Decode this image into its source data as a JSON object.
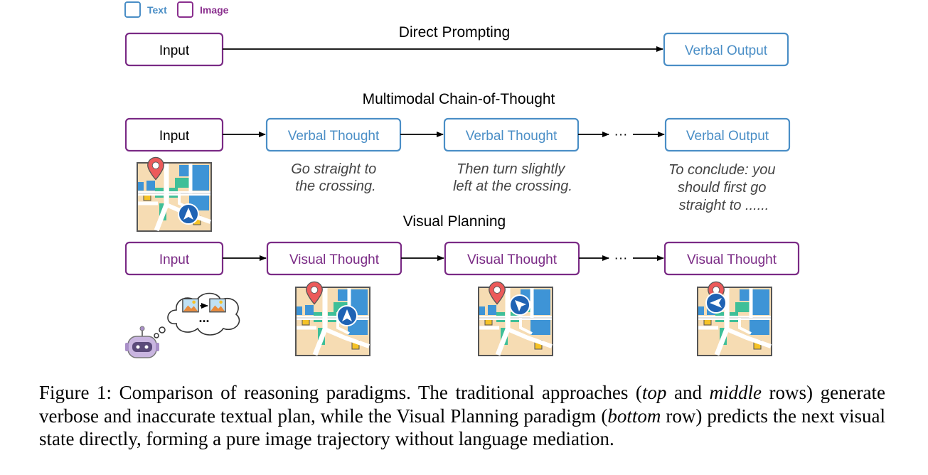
{
  "legend": {
    "text_label": "Text",
    "image_label": "Image",
    "text_color": "#4a8ec6",
    "image_color": "#8a2f8e"
  },
  "rows": {
    "direct": {
      "title": "Direct Prompting",
      "input": "Input",
      "output": "Verbal Output"
    },
    "cot": {
      "title": "Multimodal Chain-of-Thought",
      "input": "Input",
      "step1": "Verbal Thought",
      "step2": "Verbal Thought",
      "ellipsis": "···",
      "output": "Verbal Output",
      "note1": [
        "Go straight to",
        "the crossing."
      ],
      "note2": [
        "Then turn slightly",
        "left at the crossing."
      ],
      "note3": [
        "To conclude: you",
        "should first go",
        "straight to ......"
      ]
    },
    "visual": {
      "title": "Visual Planning",
      "input": "Input",
      "step1": "Visual Thought",
      "step2": "Visual Thought",
      "ellipsis": "···",
      "output": "Visual Thought",
      "bubble_ellipsis": "..."
    }
  },
  "icons": {
    "map": "map-icon",
    "pin": "location-pin-icon",
    "navigation": "navigation-arrow-icon",
    "robot": "robot-icon",
    "thought_bubble": "thought-bubble-icon",
    "picture": "picture-icon"
  },
  "caption": {
    "prefix": "Figure 1: Comparison of reasoning paradigms. The traditional approaches (",
    "em1": "top",
    "mid1": " and ",
    "em2": "middle",
    "mid2": " rows) generate verbose and inaccurate textual plan, while the Visual Planning paradigm (",
    "em3": "bottom",
    "suffix": " row) predicts the next visual state directly, forming a pure image trajectory without language mediation."
  }
}
